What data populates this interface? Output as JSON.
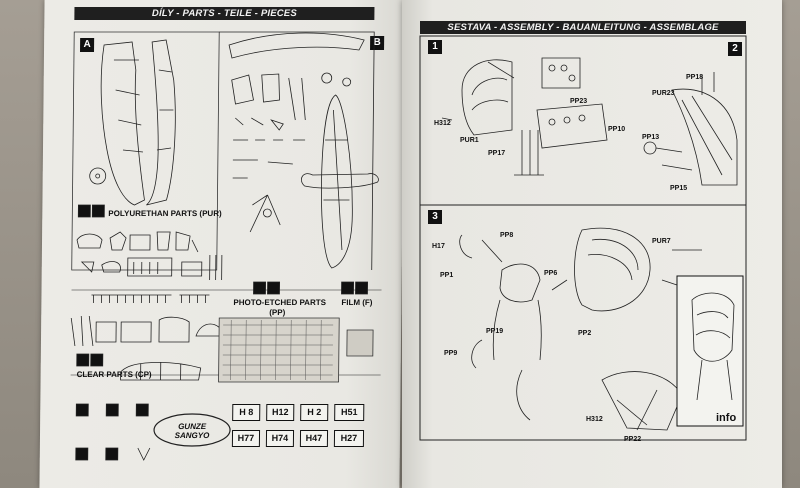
{
  "left_page": {
    "header": "DÍLY - PARTS - TEILE - PIECES",
    "section_a": "A",
    "section_b": "B",
    "pur_title": "POLYURETHAN PARTS (PUR)",
    "pe_title": "PHOTO-ETCHED PARTS",
    "pe_sub": "(PP)",
    "film_title": "FILM (F)",
    "clear_title": "CLEAR PARTS (CP)",
    "paint_codes": [
      "H 8",
      "H12",
      "H 2",
      "H51",
      "H77",
      "H74",
      "H47",
      "H27"
    ],
    "gunze": "GUNZE SANGYO"
  },
  "right_page": {
    "header": "SESTAVA - ASSEMBLY - BAUANLEITUNG - ASSEMBLAGE",
    "step1": "1",
    "step2": "2",
    "step3": "3",
    "info": "info",
    "callouts": [
      "PP23",
      "PUR1",
      "PP10",
      "PP17",
      "H312",
      "PP18",
      "PUR23",
      "PP13",
      "PP15",
      "PP8",
      "PUR7",
      "H17",
      "PP1",
      "PP6",
      "PP2",
      "PP19",
      "PP9",
      "PP22",
      "H312"
    ]
  }
}
